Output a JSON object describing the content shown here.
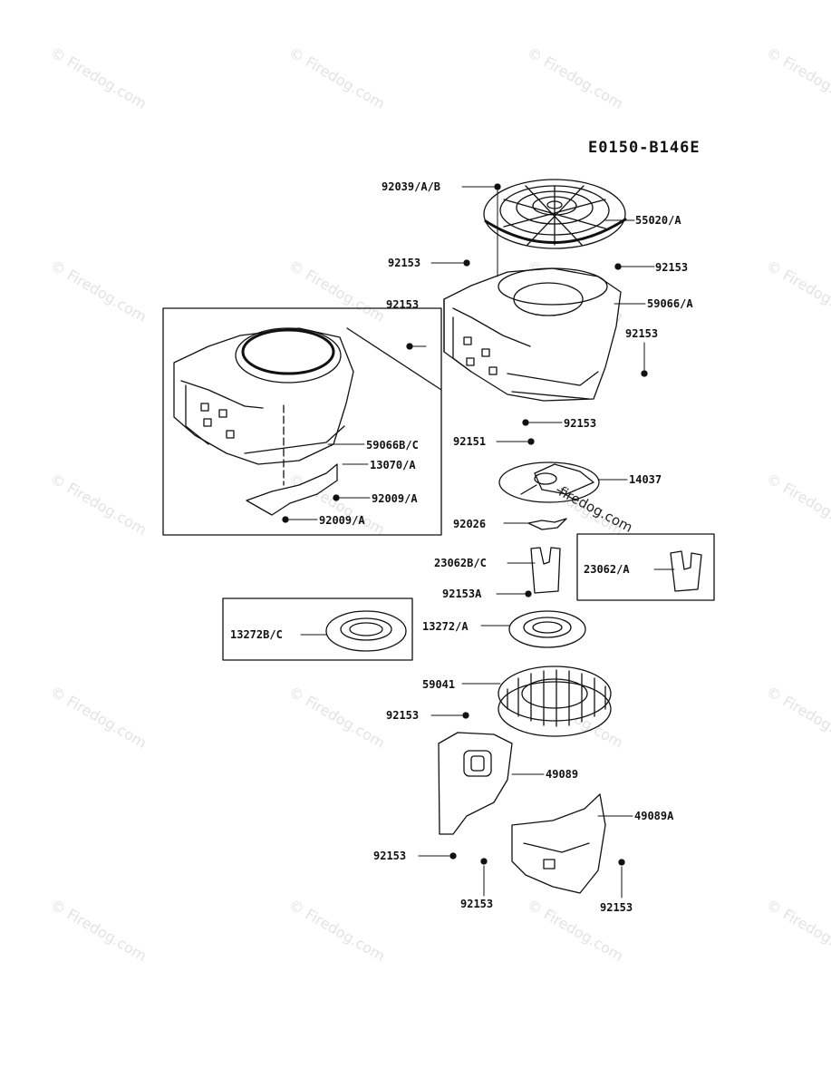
{
  "diagram_code": "E0150-B146E",
  "watermark_text": "© Firedog.com",
  "site_stamp": "firedog.com",
  "part_labels": {
    "p92039": "92039/A/B",
    "p55020": "55020/A",
    "p92153_a": "92153",
    "p92153_b": "92153",
    "p92153_c": "92153",
    "p59066": "59066/A",
    "p92153_d": "92153",
    "p92153_e": "92153",
    "p59066bc": "59066B/C",
    "p13070": "13070/A",
    "p92009_a": "92009/A",
    "p92009_b": "92009/A",
    "p92151": "92151",
    "p14037": "14037",
    "p92026": "92026",
    "p23062bc": "23062B/C",
    "p23062a": "23062/A",
    "p92153a": "92153A",
    "p13272bc": "13272B/C",
    "p13272a": "13272/A",
    "p59041": "59041",
    "p92153_f": "92153",
    "p49089": "49089",
    "p49089a": "49089A",
    "p92153_g": "92153",
    "p92153_h": "92153",
    "p92153_i": "92153"
  }
}
